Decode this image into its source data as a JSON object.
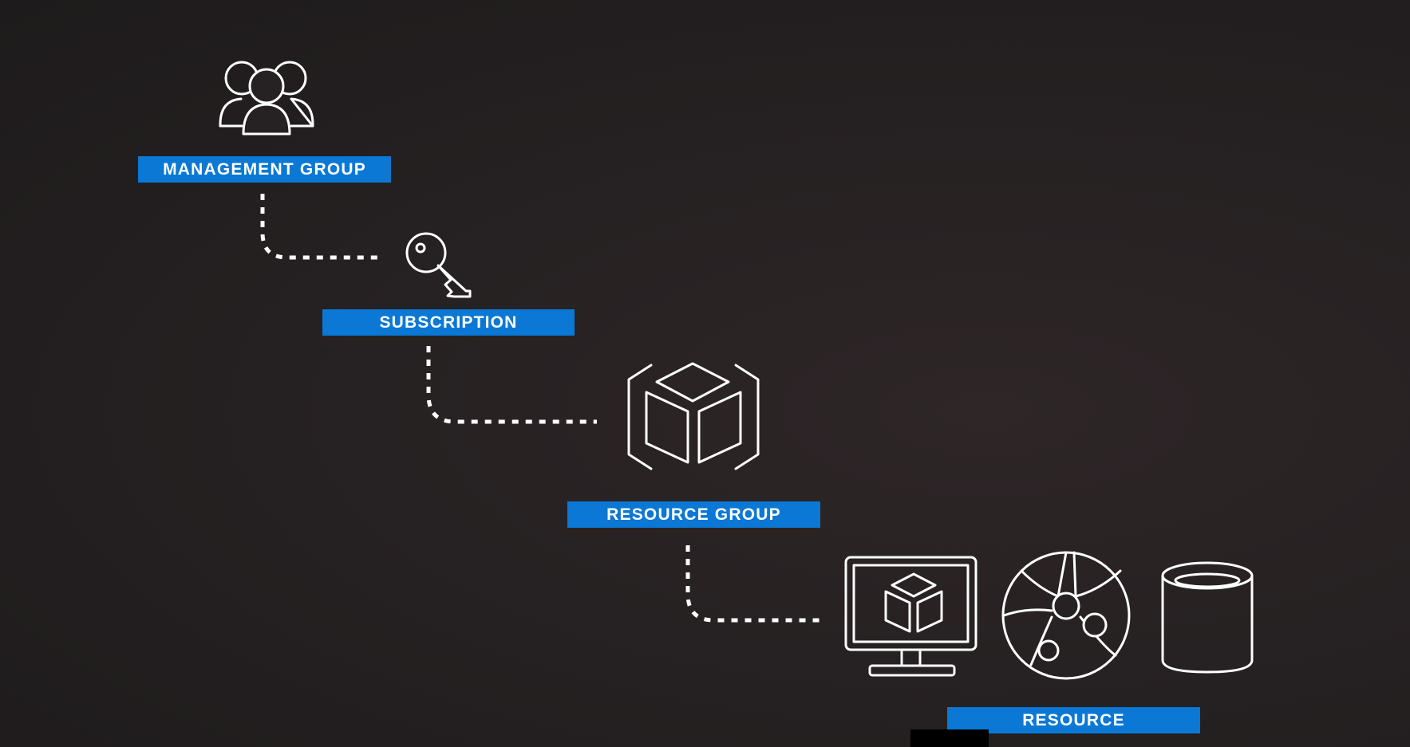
{
  "diagram": {
    "nodes": [
      {
        "id": "management-group",
        "label": "MANAGEMENT GROUP",
        "icon": "people-group-icon"
      },
      {
        "id": "subscription",
        "label": "SUBSCRIPTION",
        "icon": "key-icon"
      },
      {
        "id": "resource-group",
        "label": "RESOURCE GROUP",
        "icon": "bracketed-cube-icon"
      },
      {
        "id": "resource",
        "label": "RESOURCE",
        "icons": [
          "monitor-cube-icon",
          "globe-network-icon",
          "database-cylinder-icon"
        ]
      }
    ],
    "edges": [
      {
        "from": "management-group",
        "to": "subscription",
        "style": "dashed"
      },
      {
        "from": "subscription",
        "to": "resource-group",
        "style": "dashed"
      },
      {
        "from": "resource-group",
        "to": "resource",
        "style": "dashed"
      }
    ]
  },
  "colors": {
    "label_background": "#0a78d4",
    "icon_stroke": "#ffffff",
    "background": "#262122"
  }
}
